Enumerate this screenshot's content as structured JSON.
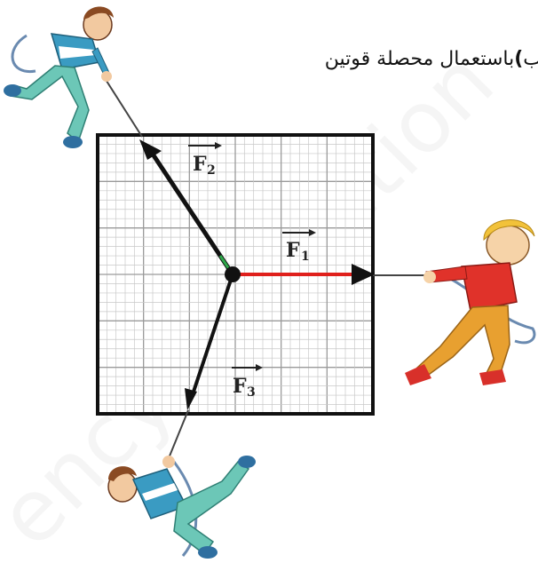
{
  "caption": {
    "prefix": "ب",
    "paren": ")",
    "text": "باستعمال محصلة قوتين"
  },
  "vectors": {
    "f1": {
      "letter": "F",
      "sub": "1"
    },
    "f2": {
      "letter": "F",
      "sub": "2"
    },
    "f3": {
      "letter": "F",
      "sub": "3"
    }
  },
  "watermark": "ency-education",
  "colors": {
    "f1": "#e0201c",
    "f2_accent": "#2ea84a",
    "vector": "#111111",
    "grid_minor": "#c8c8c8",
    "grid_major": "#9a9a9a"
  }
}
